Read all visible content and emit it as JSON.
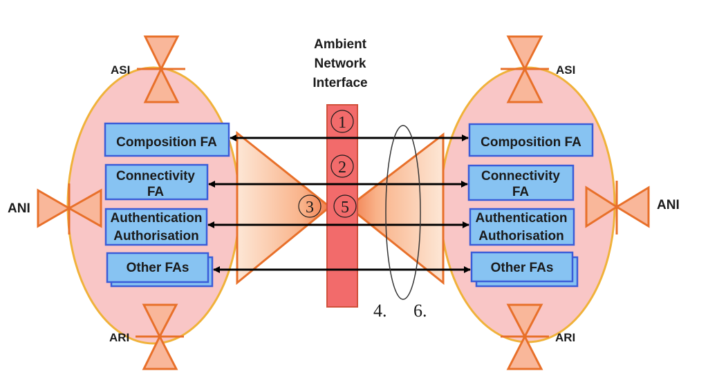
{
  "title_lines": [
    "Ambient",
    "Network",
    "Interface"
  ],
  "left_side": {
    "top_label": "ASI",
    "bottom_label": "ARI",
    "side_label": "ANI",
    "boxes": [
      [
        "Composition FA"
      ],
      [
        "Connectivity",
        "FA"
      ],
      [
        "Authentication",
        "Authorisation"
      ],
      [
        "Other FAs"
      ]
    ]
  },
  "right_side": {
    "top_label": "ASI",
    "bottom_label": "ARI",
    "side_label": "ANI",
    "boxes": [
      [
        "Composition FA"
      ],
      [
        "Connectivity",
        "FA"
      ],
      [
        "Authentication",
        "Authorisation"
      ],
      [
        "Other FAs"
      ]
    ]
  },
  "interface_markers": [
    "1",
    "2",
    "3",
    "5"
  ],
  "bottom_markers": [
    "4.",
    "6."
  ],
  "colors": {
    "ellipse_fill": "#f9c6c6",
    "ellipse_stroke": "#f0b23a",
    "box_fill": "#87c3f2",
    "box_stroke": "#3a5cd8",
    "orange": "#e8702a",
    "bar_fill": "#f26b6b",
    "bar_stroke": "#d0503a"
  }
}
